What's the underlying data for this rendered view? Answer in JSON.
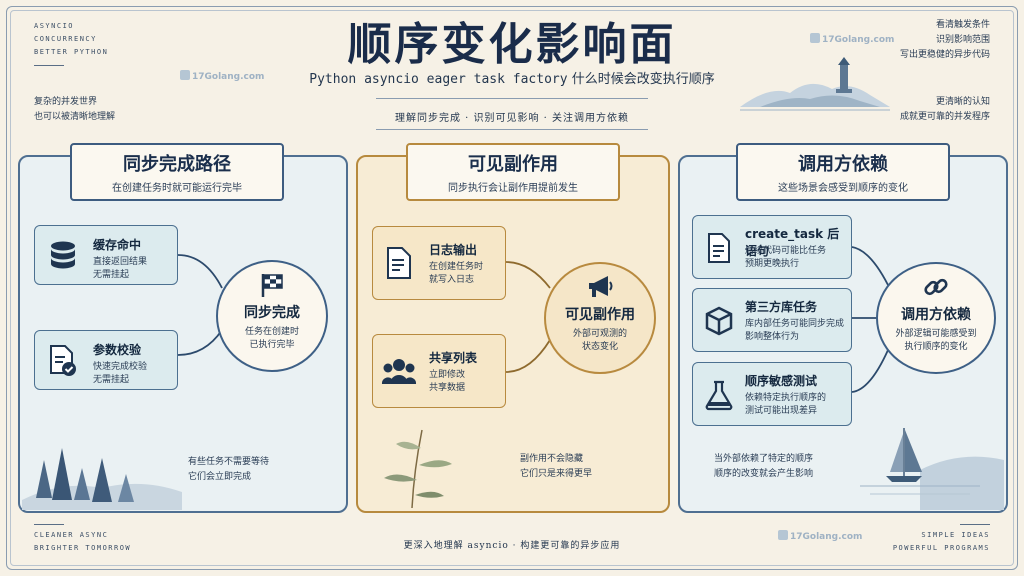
{
  "title": "顺序变化影响面",
  "subtitle_pre": "Python asyncio eager task factory",
  "subtitle_post": " 什么时候会改变执行顺序",
  "tagline": "理解同步完成 · 识别可见影响 · 关注调用方依赖",
  "corners": {
    "top_left": [
      "ASYNCIO",
      "CONCURRENCY",
      "BETTER PYTHON"
    ],
    "top_left_note": [
      "复杂的并发世界",
      "也可以被清晰地理解"
    ],
    "top_right": [
      "看清触发条件",
      "识别影响范围",
      "写出更稳健的异步代码"
    ],
    "top_right_note": [
      "更清晰的认知",
      "成就更可靠的并发程序"
    ],
    "bottom_left": [
      "CLEANER ASYNC",
      "BRIGHTER TOMORROW"
    ],
    "bottom_right": [
      "SIMPLE IDEAS",
      "POWERFUL PROGRAMS"
    ]
  },
  "footer": "更深入地理解 asyncio · 构建更可靠的异步应用",
  "watermark": "17Golang.com",
  "panels": {
    "left": {
      "title": "同步完成路径",
      "subtitle": "在创建任务时就可能运行完毕",
      "cards": [
        {
          "title": "缓存命中",
          "desc": [
            "直接返回结果",
            "无需挂起"
          ],
          "icon": "database-icon"
        },
        {
          "title": "参数校验",
          "desc": [
            "快速完成校验",
            "无需挂起"
          ],
          "icon": "document-check-icon"
        }
      ],
      "hub": {
        "title": "同步完成",
        "desc": [
          "任务在创建时",
          "已执行完毕"
        ],
        "icon": "checkered-flag-icon"
      },
      "note": [
        "有些任务不需要等待",
        "它们会立即完成"
      ]
    },
    "middle": {
      "title": "可见副作用",
      "subtitle": "同步执行会让副作用提前发生",
      "cards": [
        {
          "title": "日志输出",
          "desc": [
            "在创建任务时",
            "就写入日志"
          ],
          "icon": "log-document-icon"
        },
        {
          "title": "共享列表",
          "desc": [
            "立即修改",
            "共享数据"
          ],
          "icon": "people-icon"
        }
      ],
      "hub": {
        "title": "可见副作用",
        "desc": [
          "外部可观测的",
          "状态变化"
        ],
        "icon": "megaphone-icon"
      },
      "note": [
        "副作用不会隐藏",
        "它们只是来得更早"
      ]
    },
    "right": {
      "title": "调用方依赖",
      "subtitle": "这些场景会感受到顺序的变化",
      "cards": [
        {
          "title": "create_task 后语句",
          "desc": [
            "后续代码可能比任务",
            "预期更晚执行"
          ],
          "icon": "document-icon"
        },
        {
          "title": "第三方库任务",
          "desc": [
            "库内部任务可能同步完成",
            "影响整体行为"
          ],
          "icon": "cube-icon"
        },
        {
          "title": "顺序敏感测试",
          "desc": [
            "依赖特定执行顺序的",
            "测试可能出现差异"
          ],
          "icon": "flask-icon"
        }
      ],
      "hub": {
        "title": "调用方依赖",
        "desc": [
          "外部逻辑可能感受到",
          "执行顺序的变化"
        ],
        "icon": "chain-link-icon"
      },
      "note": [
        "当外部依赖了特定的顺序",
        "顺序的改变就会产生影响"
      ]
    }
  },
  "colors": {
    "navy": "#1f3550",
    "steel": "#4f6f91",
    "gold": "#b78a3e",
    "paper": "#f6f1e6"
  }
}
